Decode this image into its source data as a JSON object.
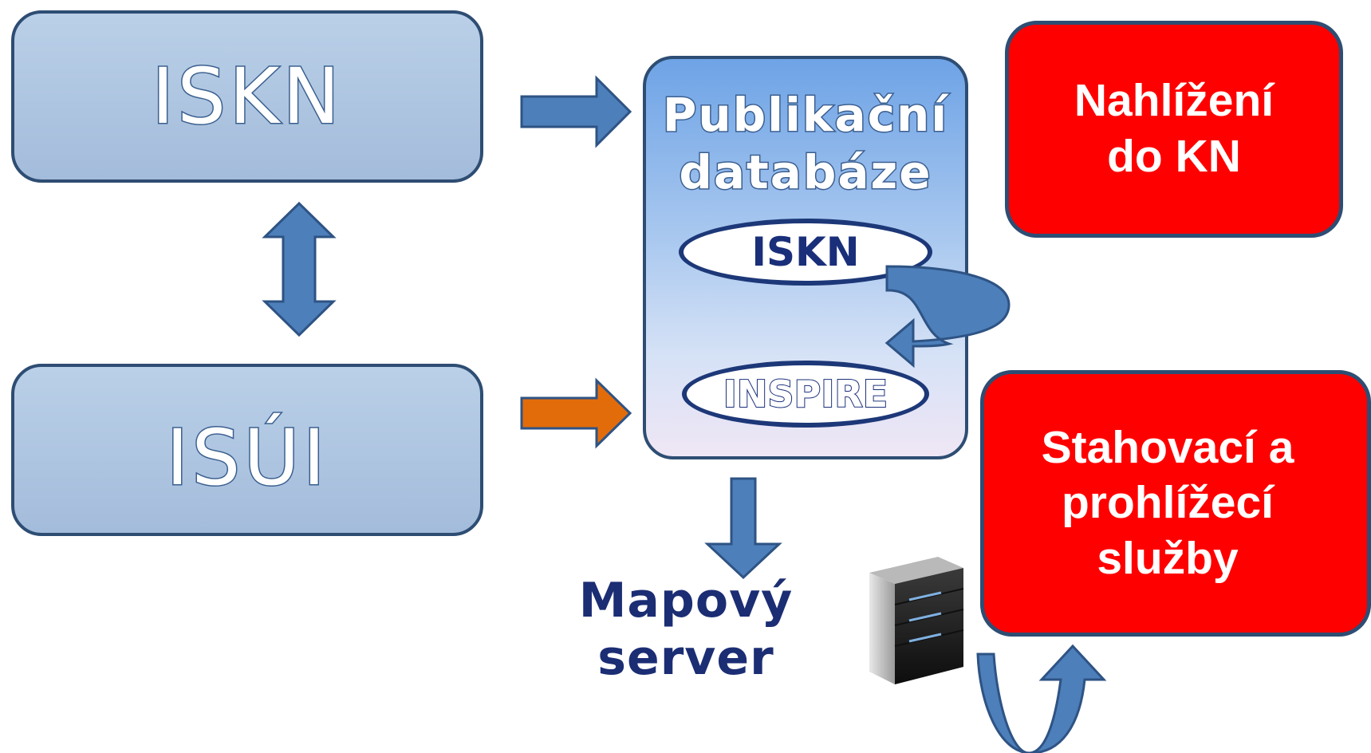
{
  "diagram": {
    "systems": {
      "iskn": "ISKN",
      "isui": "ISÚI"
    },
    "publication_db": {
      "title_line1": "Publikační",
      "title_line2": "databáze",
      "iskn_label": "ISKN",
      "inspire_label": "INSPIRE"
    },
    "outputs": {
      "nahlizeni_line1": "Nahlížení",
      "nahlizeni_line2": "do KN",
      "stahovaci_line1": "Stahovací a",
      "stahovaci_line2": "prohlížecí",
      "stahovaci_line3": "služby"
    },
    "map_server": {
      "line1": "Mapový",
      "line2": "server"
    }
  },
  "colors": {
    "box_fill": "#a4bcdb",
    "box_border": "#2e4d73",
    "arrow_blue": "#4d7fba",
    "arrow_orange": "#e36c0a",
    "red_box": "#ff0000",
    "oval_border": "#1d3878",
    "map_server_text": "#1b2d73"
  },
  "icons": {
    "server": "server-tower-icon"
  }
}
